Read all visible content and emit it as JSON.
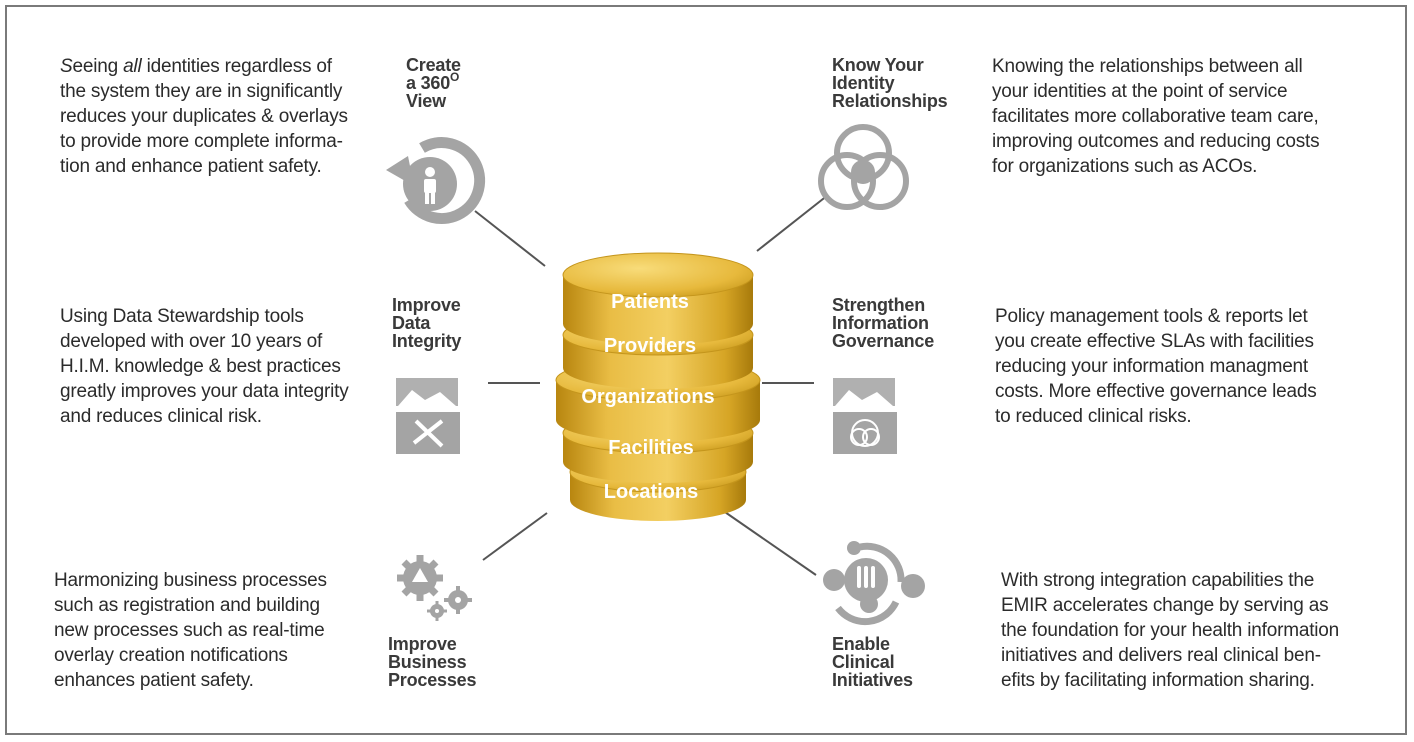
{
  "center": {
    "layers": [
      "Patients",
      "Providers",
      "Organizations",
      "Facilities",
      "Locations"
    ]
  },
  "items": [
    {
      "id": "create-360-view",
      "title_lines": [
        "Create",
        "a 360",
        "View"
      ],
      "title_sup": "O",
      "icon": "person-cycle-icon",
      "description_lines": [
        "Seeing all identities regardless of",
        "the system they are in significantly",
        "reduces your duplicates & overlays",
        "to provide more complete informa-",
        "tion and enhance patient safety."
      ]
    },
    {
      "id": "know-identity-relationships",
      "title_lines": [
        "Know Your",
        "Identity",
        "Relationships"
      ],
      "icon": "venn-circles-icon",
      "description_lines": [
        "Knowing the relationships between all",
        "your identities at the point of service",
        "facilitates more collaborative team care,",
        "improving outcomes and reducing costs",
        "for organizations such as ACOs."
      ]
    },
    {
      "id": "improve-data-integrity",
      "title_lines": [
        "Improve",
        "Data",
        "Integrity"
      ],
      "icon": "folder-tools-icon",
      "description_lines": [
        "Using Data Stewardship tools",
        "developed with over 10 years of",
        "H.I.M. knowledge & best practices",
        "greatly improves your data integrity",
        "and reduces clinical risk."
      ]
    },
    {
      "id": "strengthen-information-governance",
      "title_lines": [
        "Strengthen",
        "Information",
        "Governance"
      ],
      "icon": "folder-venn-icon",
      "description_lines": [
        "Policy management tools & reports let",
        "you create effective SLAs with facilities",
        "reducing your information managment",
        "costs.  More effective governance leads",
        "to reduced clinical risks."
      ]
    },
    {
      "id": "improve-business-processes",
      "title_lines": [
        "Improve",
        "Business",
        "Processes"
      ],
      "icon": "gears-icon",
      "description_lines": [
        "Harmonizing business processes",
        "such as registration and building",
        "new processes such as real-time",
        "overlay creation notifications",
        "enhances patient safety."
      ]
    },
    {
      "id": "enable-clinical-initiatives",
      "title_lines": [
        "Enable",
        "Clinical",
        "Initiatives"
      ],
      "icon": "test-tubes-cycle-icon",
      "description_lines": [
        "With strong integration capabilities the",
        "EMIR accelerates change by serving as",
        "the foundation for your health information",
        "initiatives and delivers real clinical ben-",
        "efits by facilitating information sharing."
      ]
    }
  ],
  "colors": {
    "gold": "#e2b43a",
    "gold_dark": "#b98912",
    "icon_gray": "#a4a4a4",
    "connector": "#555555",
    "frame": "#7a7a7a"
  }
}
